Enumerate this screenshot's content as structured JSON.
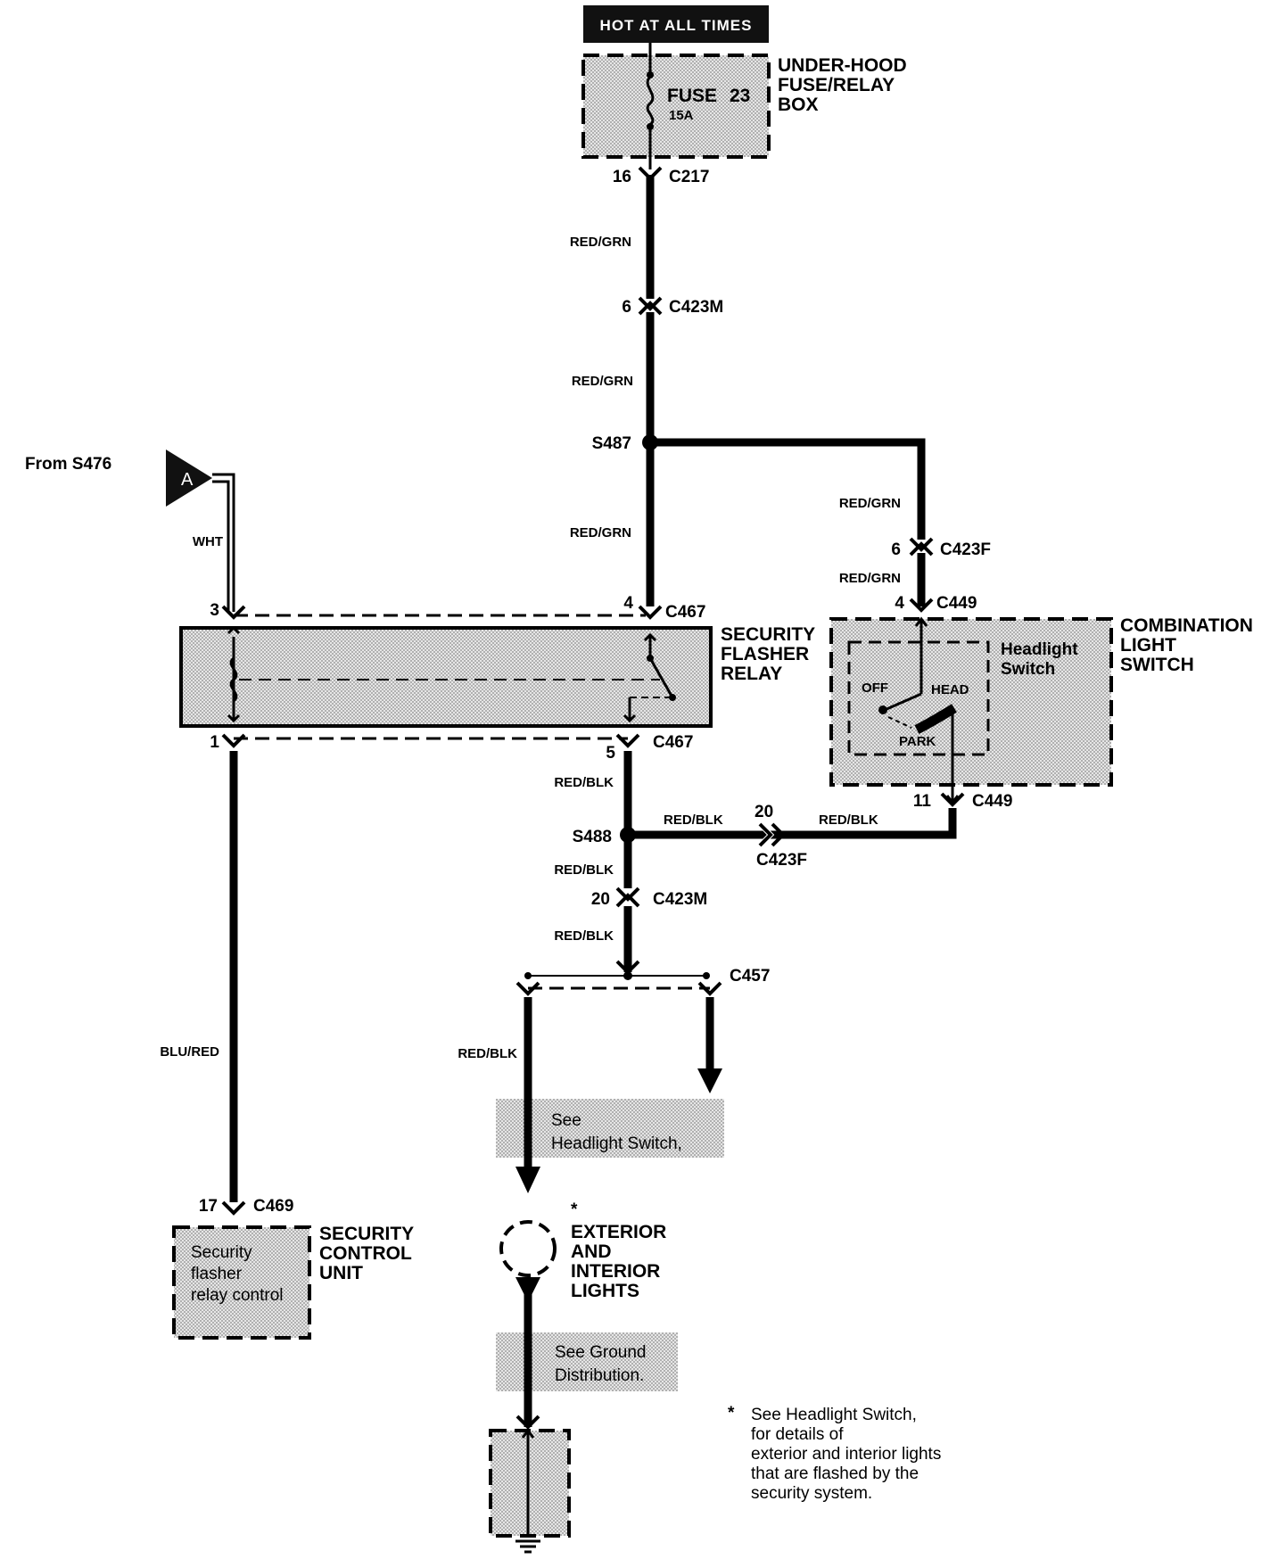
{
  "header": {
    "hot_badge": "HOT AT ALL TIMES"
  },
  "fuse_box": {
    "title_lines": [
      "UNDER-HOOD",
      "FUSE/RELAY",
      "BOX"
    ],
    "fuse_label": "FUSE",
    "fuse_number": "23",
    "fuse_rating": "15A"
  },
  "connectors": {
    "c217": {
      "name": "C217",
      "pin": "16"
    },
    "c423m_top": {
      "name": "C423M",
      "pin": "6"
    },
    "c423f_right": {
      "name": "C423F",
      "pin": "6"
    },
    "c449_top": {
      "name": "C449",
      "pin": "4"
    },
    "c449_bottom": {
      "name": "C449",
      "pin": "11"
    },
    "c467_top": {
      "name": "C467",
      "pin_left": "3",
      "pin_right": "4"
    },
    "c467_bottom": {
      "name": "C467",
      "pin_left": "1",
      "pin_right": "5"
    },
    "c423f_mid": {
      "name": "C423F",
      "pin": "20"
    },
    "c423m_mid": {
      "name": "C423M",
      "pin": "20"
    },
    "c457": {
      "name": "C457"
    },
    "c469": {
      "name": "C469",
      "pin": "17"
    }
  },
  "splices": {
    "s487": "S487",
    "s488": "S488"
  },
  "wires": {
    "red_grn_1": "RED/GRN",
    "red_grn_2": "RED/GRN",
    "red_grn_3": "RED/GRN",
    "red_grn_4": "RED/GRN",
    "red_grn_5": "RED/GRN",
    "wht": "WHT",
    "red_blk_1": "RED/BLK",
    "red_blk_2": "RED/BLK",
    "red_blk_3": "RED/BLK",
    "red_blk_4": "RED/BLK",
    "red_blk_5": "RED/BLK",
    "red_blk_6": "RED/BLK",
    "blu_red": "BLU/RED"
  },
  "from_ref": {
    "text": "From S476",
    "letter": "A"
  },
  "relay": {
    "title_lines": [
      "SECURITY",
      "FLASHER",
      "RELAY"
    ]
  },
  "combo_switch": {
    "title_lines": [
      "COMBINATION",
      "LIGHT",
      "SWITCH"
    ],
    "inner_lines": [
      "Headlight",
      "Switch"
    ],
    "off": "OFF",
    "head": "HEAD",
    "park": "PARK"
  },
  "see_headlight": {
    "lines": [
      "See",
      "Headlight Switch,"
    ]
  },
  "lights": {
    "asterisk": "*",
    "title_lines": [
      "EXTERIOR",
      "AND",
      "INTERIOR",
      "LIGHTS"
    ]
  },
  "see_ground": {
    "lines": [
      "See Ground",
      "Distribution."
    ]
  },
  "security_unit": {
    "title_lines": [
      "SECURITY",
      "CONTROL",
      "UNIT"
    ],
    "inner_lines": [
      "Security",
      "flasher",
      "relay control"
    ]
  },
  "footnote": {
    "asterisk": "*",
    "lines": [
      "See Headlight Switch,",
      "for details of",
      "exterior and interior lights",
      "that are flashed by the",
      "security system."
    ]
  }
}
